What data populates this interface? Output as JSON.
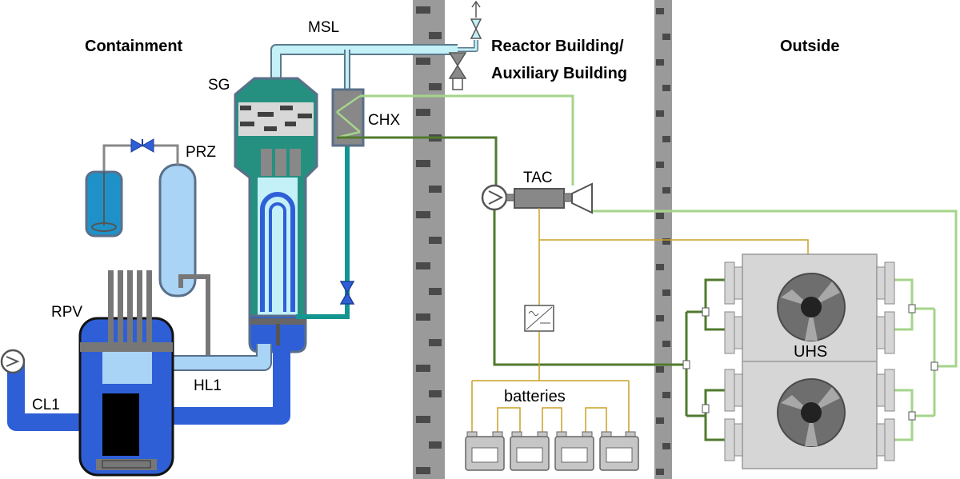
{
  "regions": {
    "containment": "Containment",
    "reactor_building_line1": "Reactor Building/",
    "reactor_building_line2": "Auxiliary Building",
    "outside": "Outside"
  },
  "labels": {
    "msl": "MSL",
    "sg": "SG",
    "chx": "CHX",
    "prz": "PRZ",
    "rpv": "RPV",
    "hl1": "HL1",
    "cl1": "CL1",
    "tac": "TAC",
    "batteries": "batteries",
    "uhs": "UHS"
  },
  "colors": {
    "primary_coolant_dark": "#2f5fd6",
    "primary_coolant_light": "#a9d4f5",
    "steam_line": "#c4f0f8",
    "steam_generator": "#259080",
    "condensate_line": "#12968f",
    "tac_cycle_hot": "#507a2e",
    "tac_cycle_cold": "#a5d48b",
    "electrical_wiring": "#c9a227",
    "valve": "#2f5fd6",
    "wall": "#9a9a9a",
    "uhs_body": "#d6d6d6"
  }
}
